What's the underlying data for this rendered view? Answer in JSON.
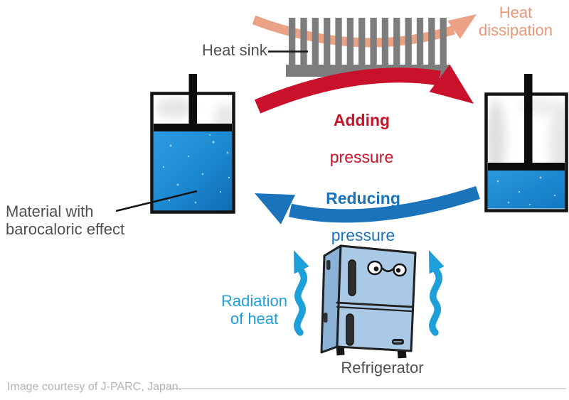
{
  "labels": {
    "heat_sink": "Heat sink",
    "heat_dissipation": "Heat\ndissipation",
    "adding_line1": "Adding",
    "adding_line2": "pressure",
    "reducing_line1": "Reducing",
    "reducing_line2": "pressure",
    "material": "Material with\nbarocaloric effect",
    "radiation": "Radiation\nof heat",
    "refrigerator": "Refrigerator",
    "credit": "Image courtesy of J-PARC, Japan."
  },
  "colors": {
    "salmon_arrow": "#eba184",
    "salmon_text": "#e8987a",
    "red": "#c9112b",
    "dark_blue": "#1b73bb",
    "light_blue": "#1d9fd9",
    "heatsink_gray": "#7d7d7d",
    "material_blue_top": "#2d9ce2",
    "material_blue_bottom": "#0e6cb4",
    "fridge_front": "#a9c9e7",
    "fridge_side": "#8cb1d6",
    "fridge_top": "#c2d8ee",
    "label_gray": "#4e4f51",
    "credit_gray": "#b2b2b4",
    "outline_black": "#141414"
  }
}
